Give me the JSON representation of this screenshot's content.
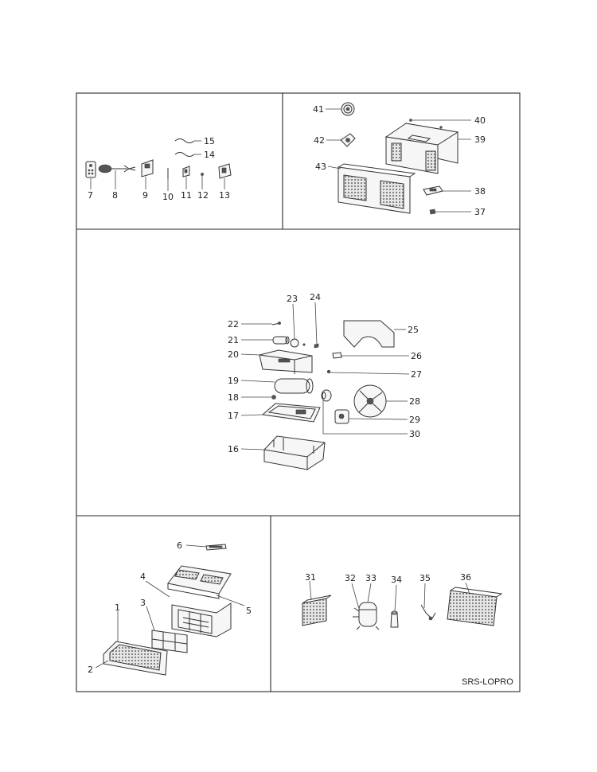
{
  "callouts": {
    "c1": "1",
    "c2": "2",
    "c3": "3",
    "c4": "4",
    "c5": "5",
    "c6": "6",
    "c7": "7",
    "c8": "8",
    "c9": "9",
    "c10": "10",
    "c11": "11",
    "c12": "12",
    "c13": "13",
    "c14": "14",
    "c15": "15",
    "c16": "16",
    "c17": "17",
    "c18": "18",
    "c19": "19",
    "c20": "20",
    "c21": "21",
    "c22": "22",
    "c23": "23",
    "c24": "24",
    "c25": "25",
    "c26": "26",
    "c27": "27",
    "c28": "28",
    "c29": "29",
    "c30": "30",
    "c31": "31",
    "c32": "32",
    "c33": "33",
    "c34": "34",
    "c35": "35",
    "c36": "36",
    "c37": "37",
    "c38": "38",
    "c39": "39",
    "c40": "40",
    "c41": "41",
    "c42": "42",
    "c43": "43"
  },
  "model_code": "SRS-LOPRO",
  "colors": {
    "line": "#333333",
    "frame": "#2a2a2a",
    "background": "#ffffff"
  }
}
